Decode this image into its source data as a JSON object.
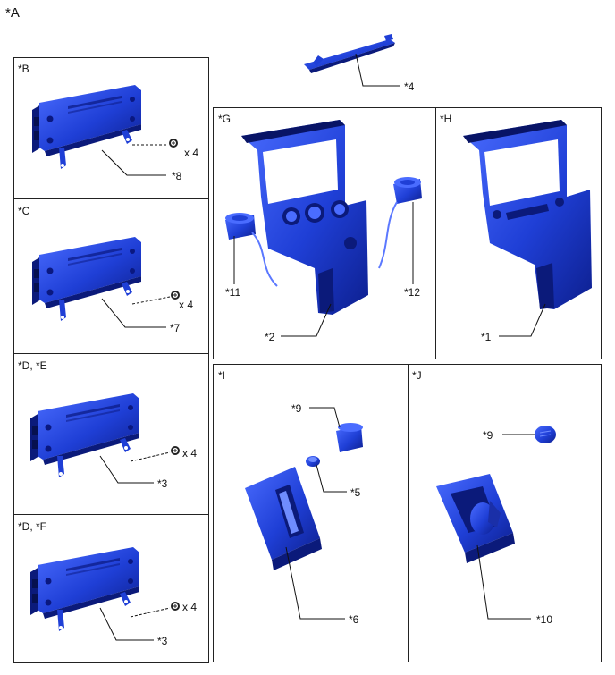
{
  "diagram": {
    "main_label": "*A",
    "panels": {
      "b": {
        "label": "*B",
        "part": "*8",
        "qty": "x 4"
      },
      "c": {
        "label": "*C",
        "part": "*7",
        "qty": "x 4"
      },
      "de": {
        "label": "*D, *E",
        "part": "*3",
        "qty": "x 4"
      },
      "df": {
        "label": "*D, *F",
        "part": "*3",
        "qty": "x 4"
      },
      "g": {
        "label": "*G",
        "part_left": "*11",
        "part_right": "*12",
        "part_bottom": "*2"
      },
      "h": {
        "label": "*H",
        "part": "*1"
      },
      "i": {
        "label": "*I",
        "part_knob": "*9",
        "part_small": "*5",
        "part_plate": "*6"
      },
      "j": {
        "label": "*J",
        "part_knob": "*9",
        "part_console": "*10"
      }
    },
    "top_part": "*4"
  },
  "colors": {
    "part_blue": "#1f3fd6",
    "part_dark": "#0b1a7a",
    "part_light": "#6f8cff",
    "line": "#111111"
  }
}
